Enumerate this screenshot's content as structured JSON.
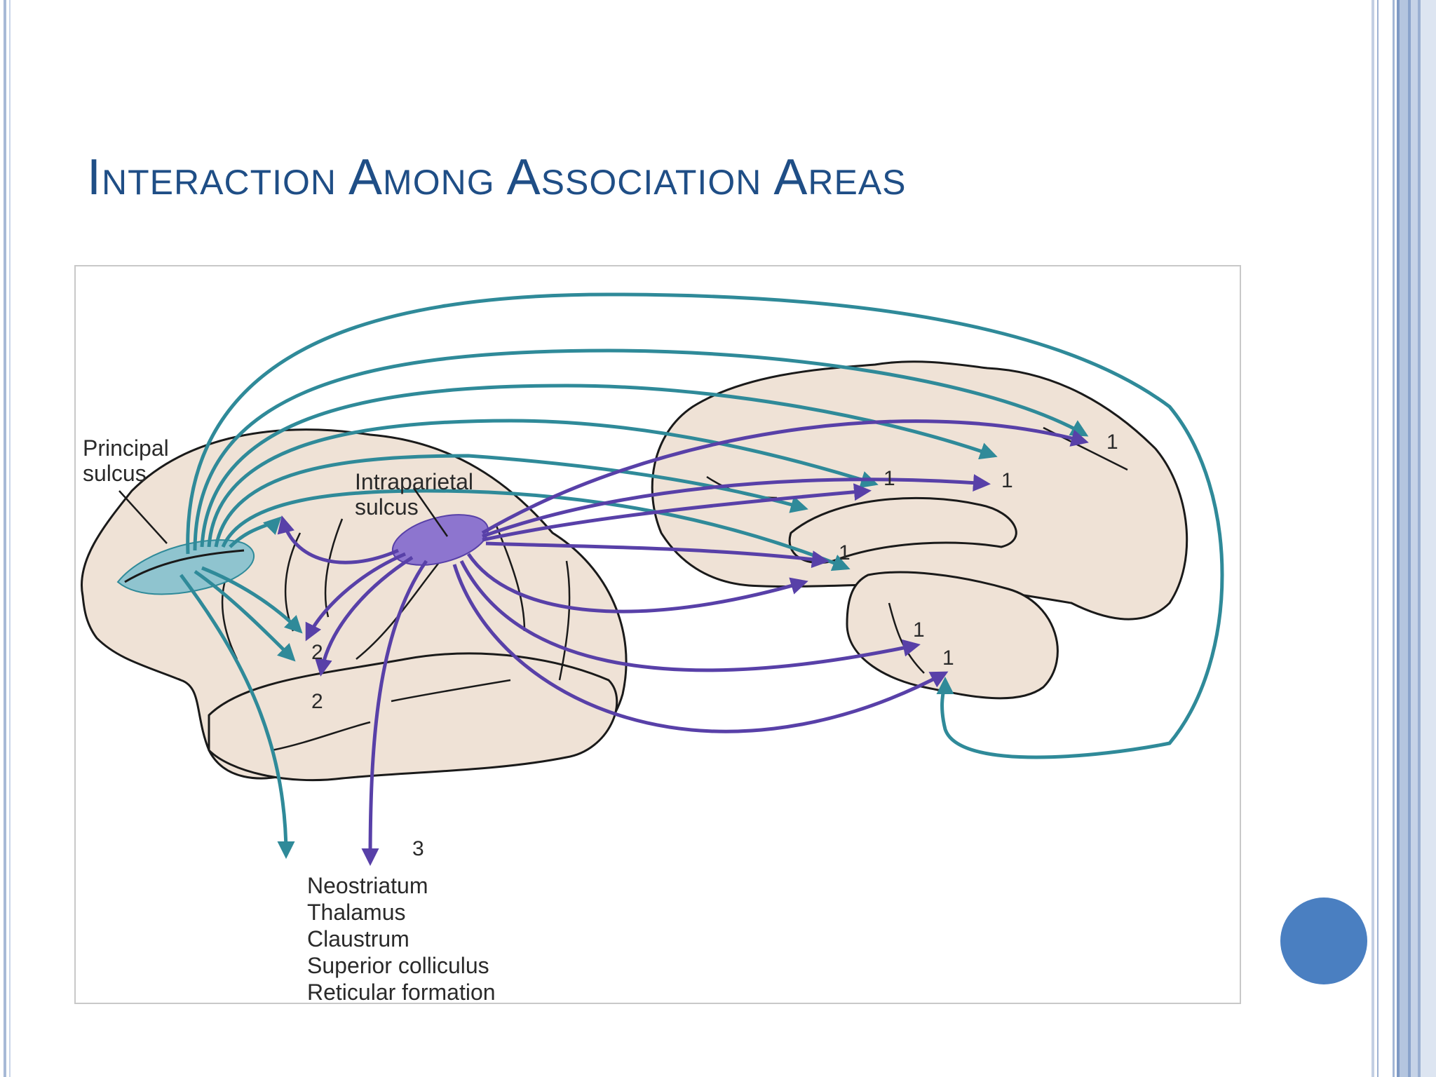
{
  "slide": {
    "title": "Interaction Among Association Areas"
  },
  "diagram": {
    "labels": {
      "principal_sulcus_line1": "Principal",
      "principal_sulcus_line2": "sulcus",
      "intraparietal_line1": "Intraparietal",
      "intraparietal_line2": "sulcus",
      "target_1": "1",
      "target_2": "2",
      "target_3": "3"
    },
    "subcortical_targets": [
      "Neostriatum",
      "Thalamus",
      "Claustrum",
      "Superior colliculus",
      "Reticular formation"
    ],
    "colors": {
      "brain_fill": "#efe2d6",
      "prefrontal_pathway": "#2f8a99",
      "parietal_pathway": "#5840a8",
      "prefrontal_region": "#8fc4cf",
      "parietal_region": "#8d75cf",
      "title": "#1f4e86"
    }
  },
  "navigation": {
    "next_icon": "circle-button-icon"
  }
}
